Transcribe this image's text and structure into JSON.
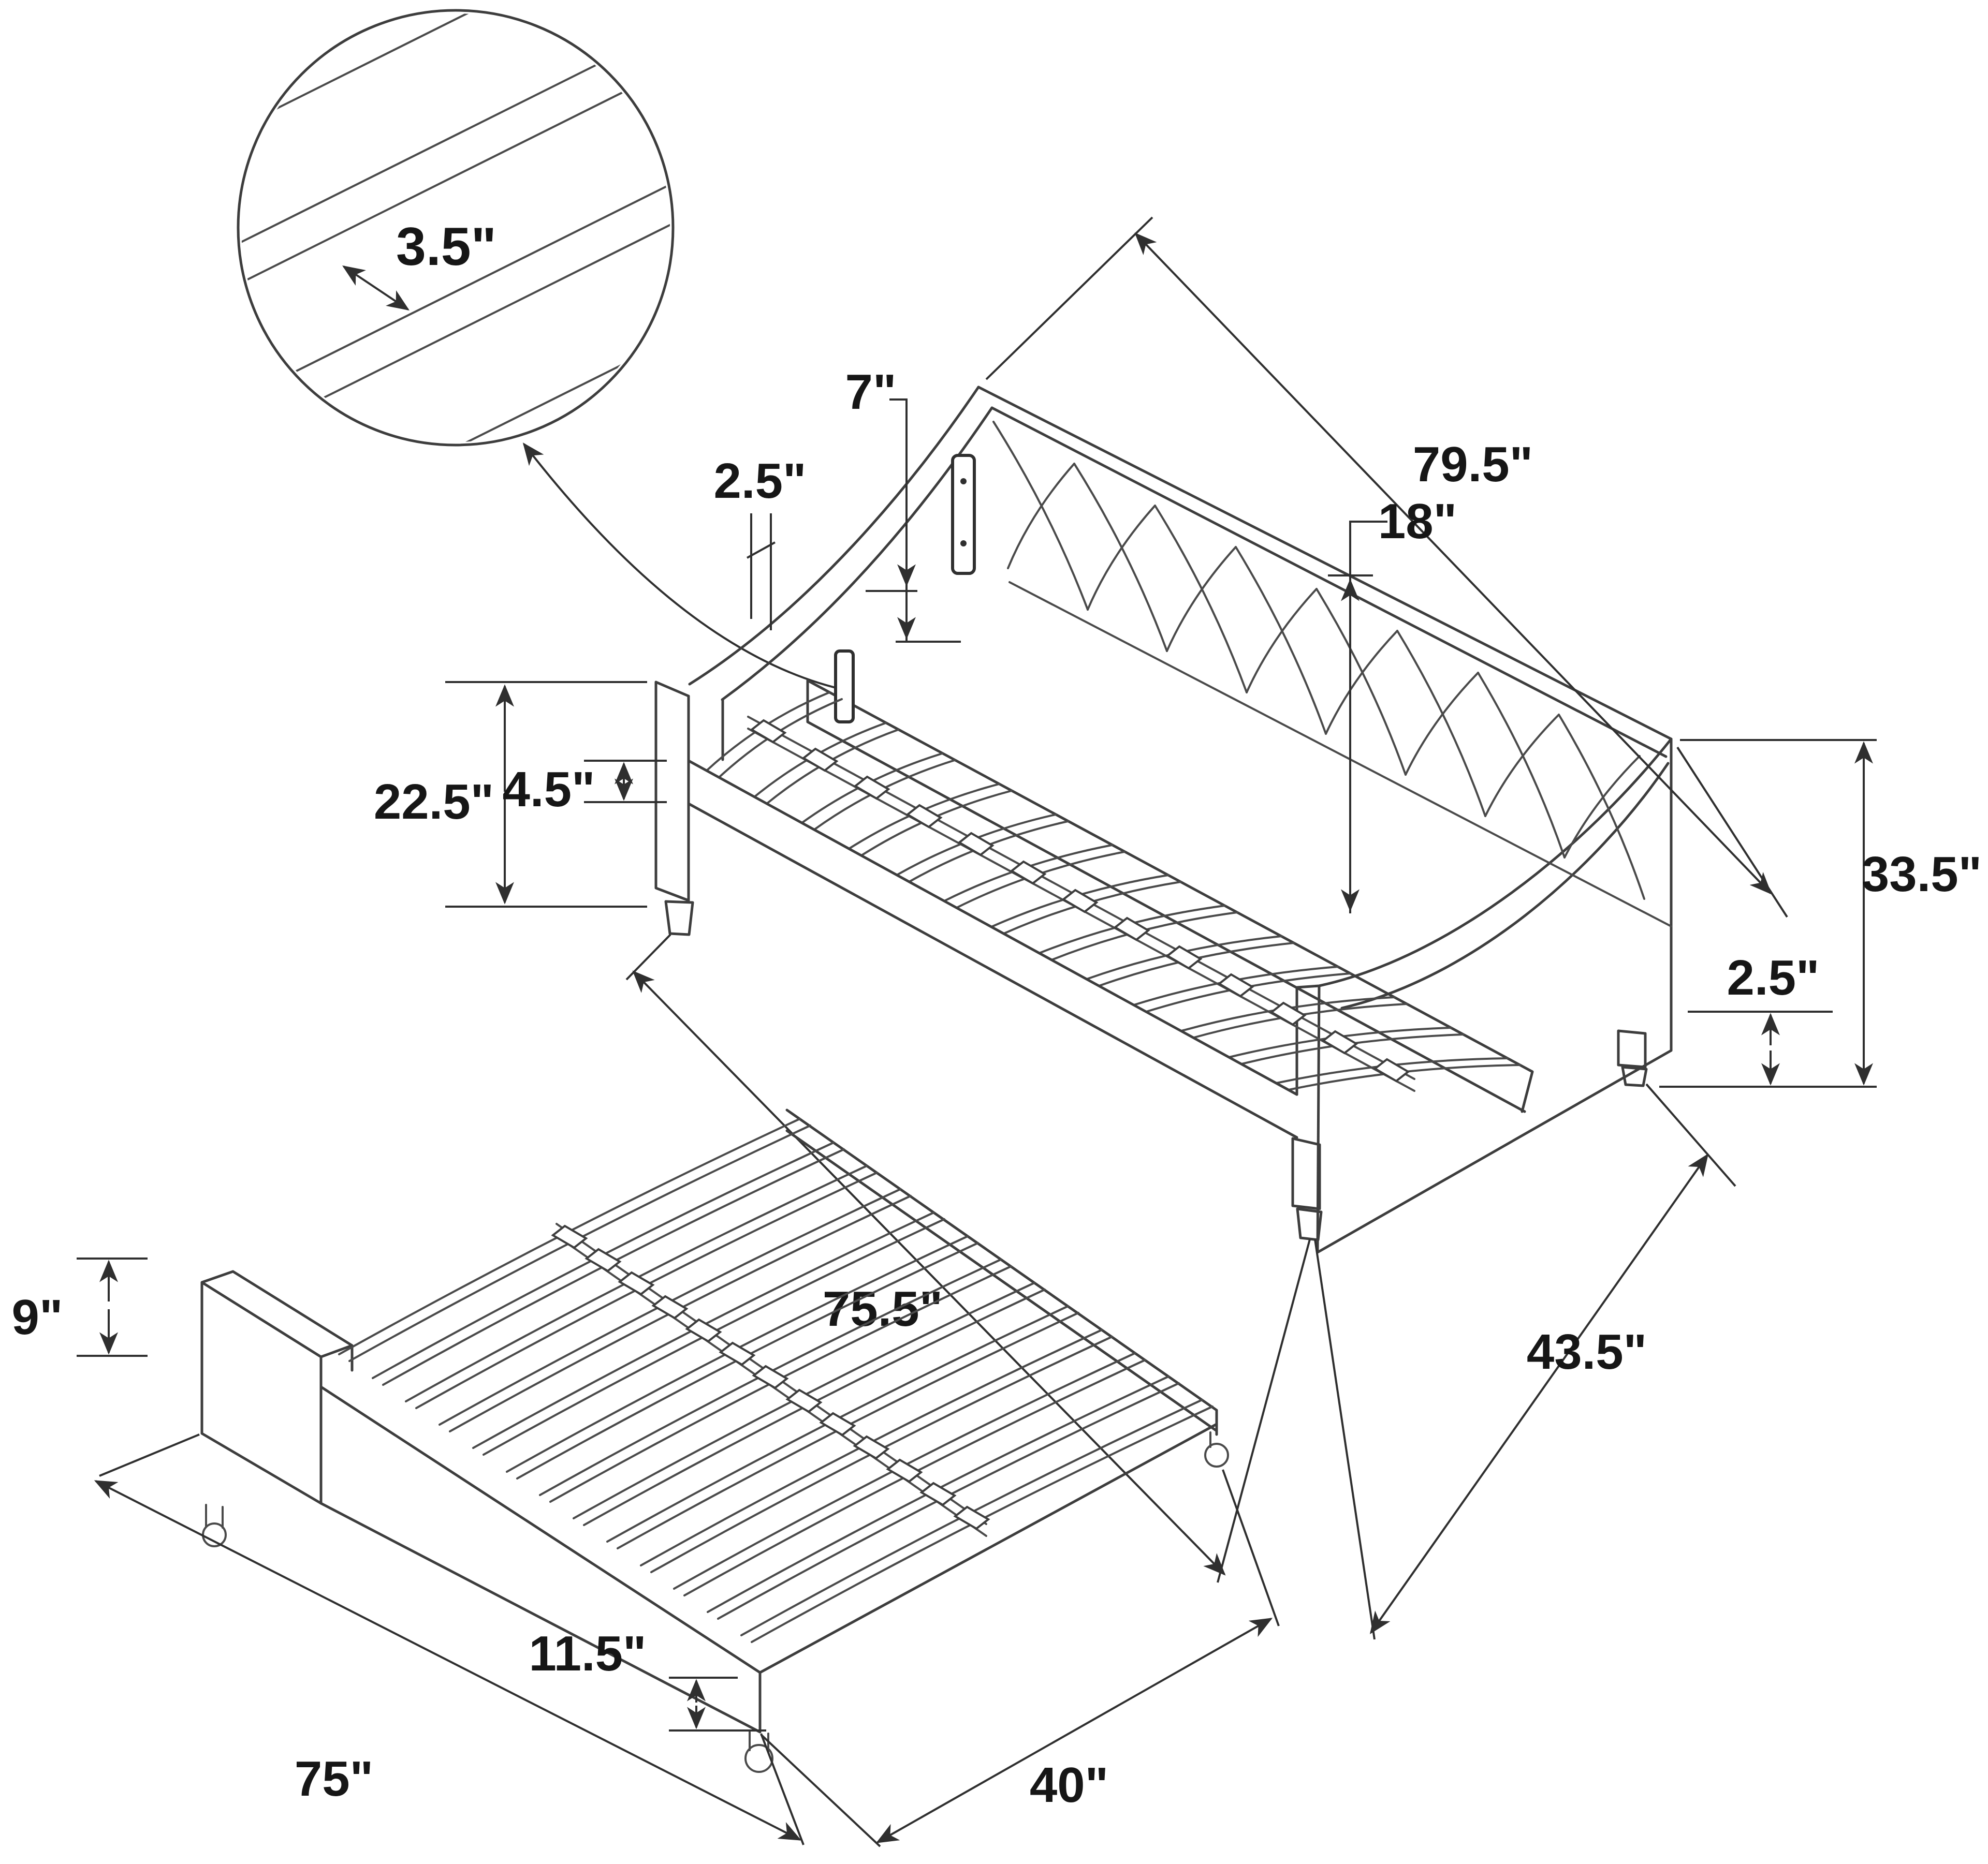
{
  "title": "Upholstered daybed with trundle - dimension diagram",
  "colors": {
    "line": "#3d3d3d",
    "label": "#161616",
    "background": "#ffffff"
  },
  "detail_callout": {
    "name": "slat-spacing-detail",
    "slat_spacing_label": "3.5\""
  },
  "daybed": {
    "overall_length_label": "79.5\"",
    "back_drop_label": "7\"",
    "arm_edge_thickness_label": "2.5\"",
    "back_height_label": "18\"",
    "arm_height_label": "22.5\"",
    "side_rail_height_label": "4.5\"",
    "overall_height_label": "33.5\"",
    "leg_height_label": "2.5\"",
    "platform_length_label": "75.5\"",
    "overall_depth_label": "43.5\""
  },
  "trundle": {
    "end_panel_height_label": "9\"",
    "length_label": "75\"",
    "corner_height_label": "11.5\"",
    "width_label": "40\""
  }
}
